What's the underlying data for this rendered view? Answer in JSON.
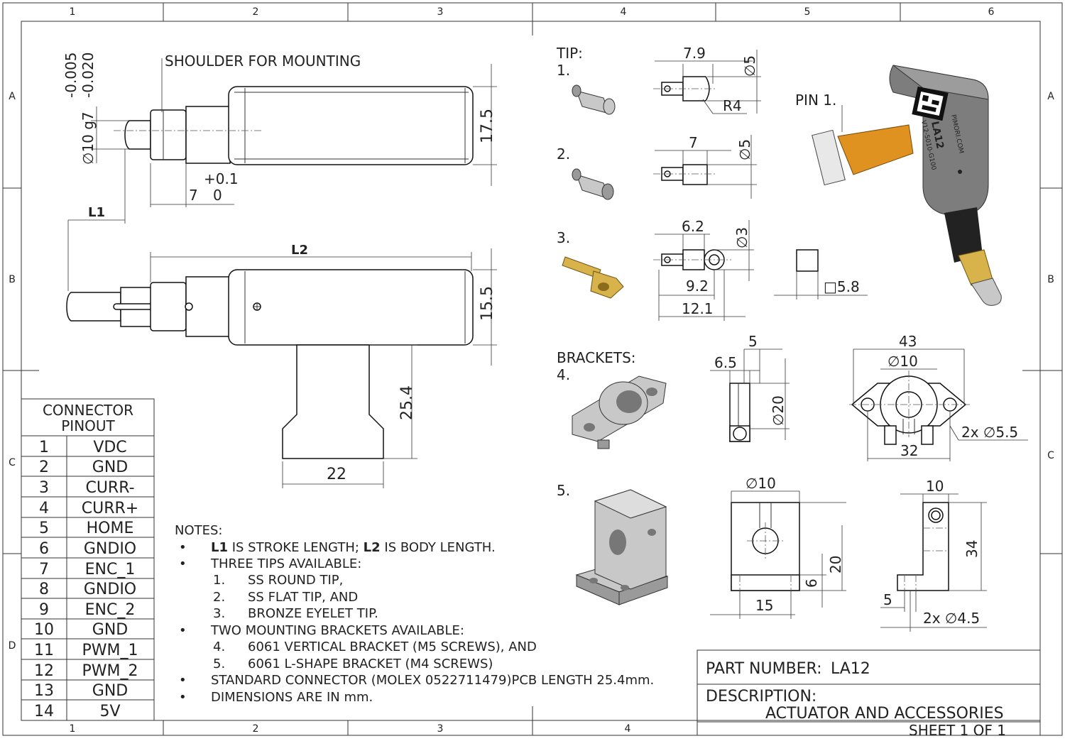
{
  "frame": {
    "cols": [
      "1",
      "2",
      "3",
      "4",
      "5",
      "6"
    ],
    "rows": [
      "A",
      "B",
      "C",
      "D"
    ]
  },
  "views": {
    "shoulder_note": "SHOULDER FOR MOUNTING",
    "tol_upper": "-0.005",
    "tol_lower": "-0.020",
    "shaft_dia": "∅10 g7",
    "len_17_5": "17.5",
    "tol_plus": "+0.1",
    "tol_seven": "7",
    "tol_zero": "0",
    "l1": "L1",
    "l2": "L2",
    "len_15_5": "15.5",
    "len_25_4": "25.4",
    "len_22": "22"
  },
  "tips": {
    "title": "TIP:",
    "n1": "1.",
    "n2": "2.",
    "n3": "3.",
    "t1_len": "7.9",
    "t1_dia": "∅5",
    "t1_r": "R4",
    "t2_len": "7",
    "t2_dia": "∅5",
    "t3_len": "6.2",
    "t3_dia": "∅3",
    "t3_len2": "9.2",
    "t3_len3": "12.1",
    "square": "□5.8"
  },
  "iso": {
    "pin": "PIN 1.",
    "model": "LA12",
    "serial": "V12-5010-G100",
    "brand": "PIMORI.COM"
  },
  "brackets": {
    "title": "BRACKETS:",
    "n4": "4.",
    "n5": "5.",
    "b4_5": "5",
    "b4_65": "6.5",
    "b4_d20": "∅20",
    "b4_43": "43",
    "b4_d10": "∅10",
    "b4_32": "32",
    "b4_holes": "2x ∅5.5",
    "b5_d10": "∅10",
    "b5_20": "20",
    "b5_6": "6",
    "b5_15": "15",
    "b5_10": "10",
    "b5_34": "34",
    "b5_5": "5",
    "b5_holes": "2x ∅4.5"
  },
  "pinout": {
    "title1": "CONNECTOR",
    "title2": "PINOUT",
    "rows": [
      {
        "pin": "1",
        "sig": "VDC"
      },
      {
        "pin": "2",
        "sig": "GND"
      },
      {
        "pin": "3",
        "sig": "CURR-"
      },
      {
        "pin": "4",
        "sig": "CURR+"
      },
      {
        "pin": "5",
        "sig": "HOME"
      },
      {
        "pin": "6",
        "sig": "GNDIO"
      },
      {
        "pin": "7",
        "sig": "ENC_1"
      },
      {
        "pin": "8",
        "sig": "GNDIO"
      },
      {
        "pin": "9",
        "sig": "ENC_2"
      },
      {
        "pin": "10",
        "sig": "GND"
      },
      {
        "pin": "11",
        "sig": "PWM_1"
      },
      {
        "pin": "12",
        "sig": "PWM_2"
      },
      {
        "pin": "13",
        "sig": "GND"
      },
      {
        "pin": "14",
        "sig": "5V"
      }
    ]
  },
  "notes": {
    "title": "NOTES:",
    "bullet": "•",
    "l1_bold": "L1",
    "l1_text": " IS STROKE LENGTH; ",
    "l2_bold": "L2",
    "l2_text": " IS BODY LENGTH.",
    "tips_head": "THREE TIPS AVAILABLE:",
    "tips": [
      {
        "n": "1.",
        "t": "SS ROUND TIP,"
      },
      {
        "n": "2.",
        "t": "SS FLAT TIP, AND"
      },
      {
        "n": "3.",
        "t": "BRONZE EYELET TIP."
      }
    ],
    "brackets_head": "TWO MOUNTING BRACKETS AVAILABLE:",
    "brackets": [
      {
        "n": "4.",
        "t": "6061 VERTICAL BRACKET (M5 SCREWS), AND"
      },
      {
        "n": "5.",
        "t": "6061 L-SHAPE BRACKET (M4 SCREWS)"
      }
    ],
    "connector": "STANDARD CONNECTOR (MOLEX 0522711479)PCB LENGTH 25.4mm.",
    "units": "DIMENSIONS ARE IN mm."
  },
  "titleblock": {
    "part_label": "PART NUMBER:",
    "part_value": "LA12",
    "desc_label": "DESCRIPTION:",
    "desc_value": "ACTUATOR  AND ACCESSORIES",
    "sheet": "SHEET 1 OF 1"
  }
}
